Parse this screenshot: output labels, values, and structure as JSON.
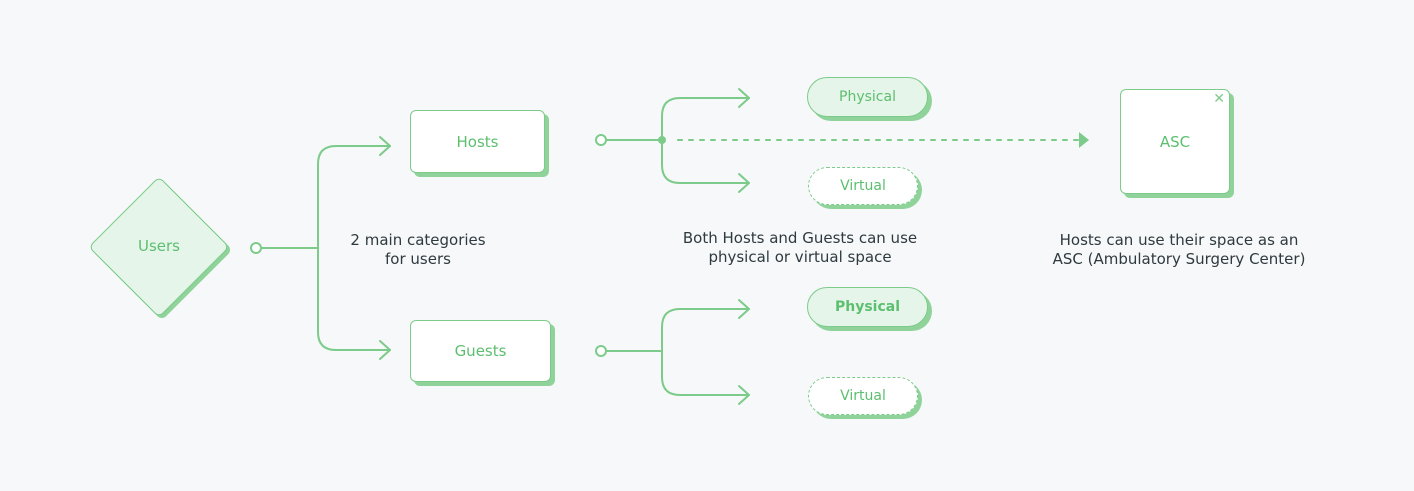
{
  "nodes": {
    "users": "Users",
    "hosts": "Hosts",
    "guests": "Guests",
    "hosts_physical": "Physical",
    "hosts_virtual": "Virtual",
    "guests_physical": "Physical",
    "guests_virtual": "Virtual",
    "asc": "ASC"
  },
  "captions": {
    "categories_line1": "2 main categories",
    "categories_line2": "for users",
    "space_line1": "Both Hosts and Guests can use",
    "space_line2": "physical or virtual space",
    "asc_line1": "Hosts can use their space as an",
    "asc_line2": "ASC (Ambulatory Surgery Center)"
  },
  "icons": {
    "asc_close": "close-icon"
  },
  "colors": {
    "accent": "#7ccb8a",
    "accent_text": "#5cbf6f",
    "accent_fill": "#e6f5e9",
    "caption_text": "#2f3a3f",
    "background": "#f6f8f9"
  }
}
